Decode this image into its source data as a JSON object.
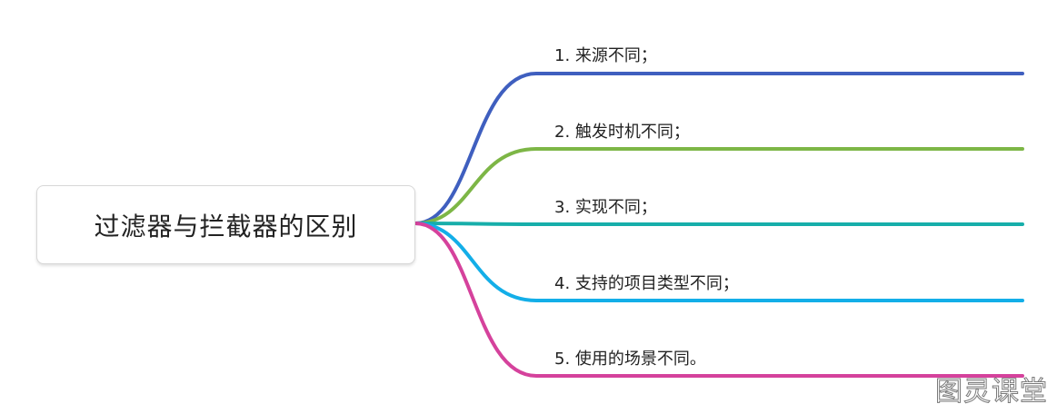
{
  "root": {
    "label": "过滤器与拦截器的区别"
  },
  "branches": [
    {
      "label": "1. 来源不同；",
      "color": "#3f5fbf"
    },
    {
      "label": "2. 触发时机不同；",
      "color": "#7db646"
    },
    {
      "label": "3. 实现不同；",
      "color": "#17aeaa"
    },
    {
      "label": "4. 支持的项目类型不同；",
      "color": "#13aee8"
    },
    {
      "label": "5. 使用的场景不同。",
      "color": "#d5429c"
    }
  ],
  "watermark": "图灵课堂"
}
